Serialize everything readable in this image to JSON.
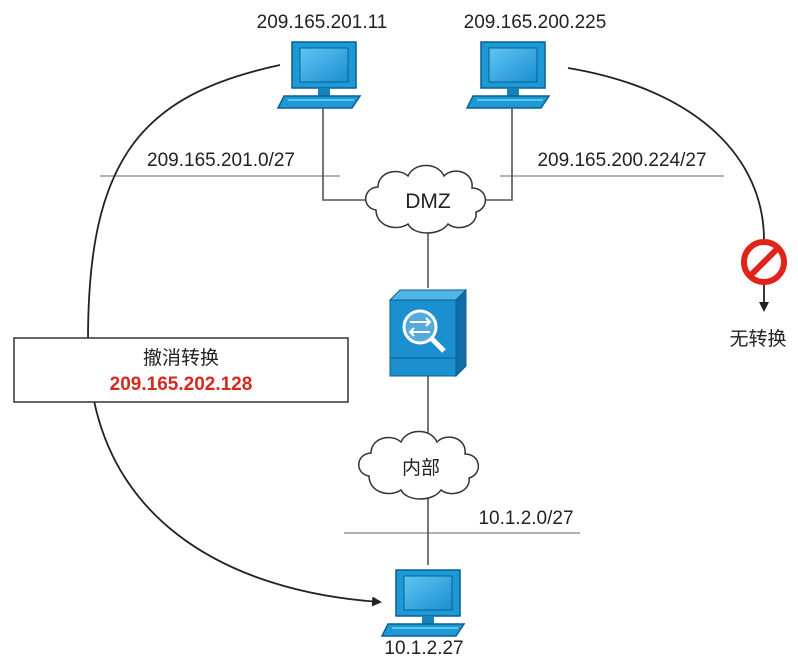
{
  "hosts": {
    "left_host_ip": "209.165.201.11",
    "right_host_ip": "209.165.200.225",
    "inside_host_ip": "10.1.2.27"
  },
  "networks": {
    "left_subnet": "209.165.201.0/27",
    "right_subnet": "209.165.200.224/27",
    "inside_subnet": "10.1.2.0/27"
  },
  "clouds": {
    "dmz_label": "DMZ",
    "inside_label": "内部"
  },
  "translation_box": {
    "title": "撤消转换",
    "mapped_ip": "209.165.202.128"
  },
  "no_translation_label": "无转换",
  "colors": {
    "computer_blue": "#1c9ad6",
    "computer_dark": "#0d6fa8",
    "firewall_blue": "#1b8fd0",
    "mapped_ip_red": "#d42a20",
    "prohibit_red": "#e0241b"
  },
  "icons": [
    "computer-icon",
    "firewall-icon",
    "cloud-icon",
    "prohibited-icon"
  ]
}
